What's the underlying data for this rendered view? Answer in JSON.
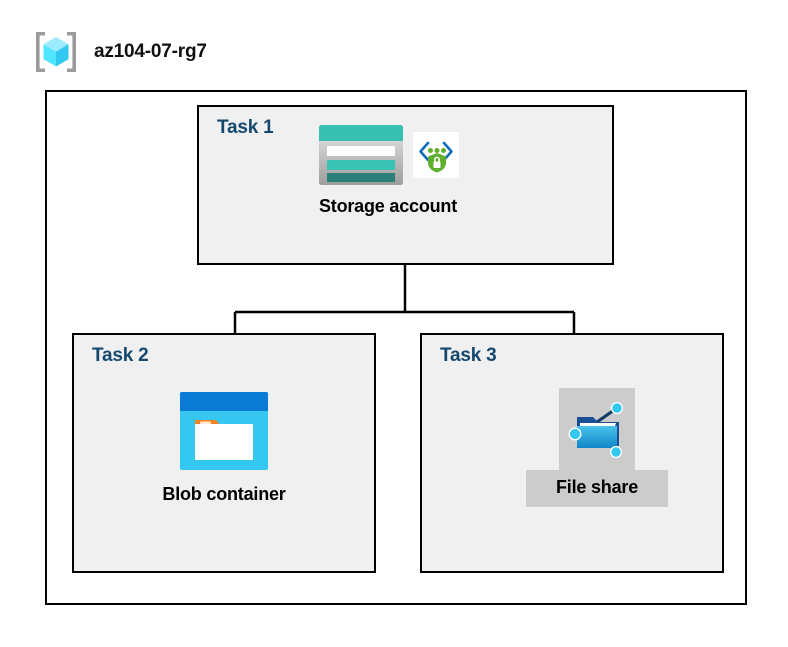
{
  "resource_group": {
    "name": "az104-07-rg7",
    "icon": "resource-group-cube-icon"
  },
  "tasks": [
    {
      "id": "task-1",
      "label": "Task 1",
      "node": {
        "caption": "Storage account",
        "icons": [
          "storage-account-icon",
          "secure-endpoint-shield-icon"
        ]
      }
    },
    {
      "id": "task-2",
      "label": "Task 2",
      "node": {
        "caption": "Blob container",
        "icons": [
          "blob-container-icon"
        ]
      }
    },
    {
      "id": "task-3",
      "label": "Task 3",
      "node": {
        "caption": "File share",
        "icons": [
          "file-share-folder-icon"
        ]
      }
    }
  ],
  "connections": [
    {
      "from": "Storage account",
      "to": "Blob container"
    },
    {
      "from": "Storage account",
      "to": "File share"
    }
  ],
  "colors": {
    "task_label": "#15486f",
    "task_fill": "#f0f0f0",
    "border": "#000000",
    "highlight": "#cccccc",
    "storage_teal": "#37bfb0",
    "storage_teal_dark": "#2a8077",
    "blob_blue": "#0078d4",
    "blob_cyan": "#32c8f0",
    "blob_orange": "#f58220",
    "shield_green": "#5fae2e",
    "cube_cyan": "#50e6ff",
    "bracket_gray": "#9a9a9a"
  }
}
